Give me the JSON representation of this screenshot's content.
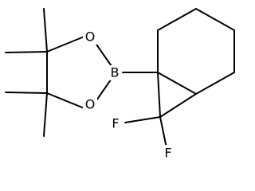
{
  "molecule": {
    "atoms": {
      "boron": "B",
      "oxygen_top": "O",
      "oxygen_bottom": "O",
      "fluorine_left": "F",
      "fluorine_right": "F"
    }
  }
}
